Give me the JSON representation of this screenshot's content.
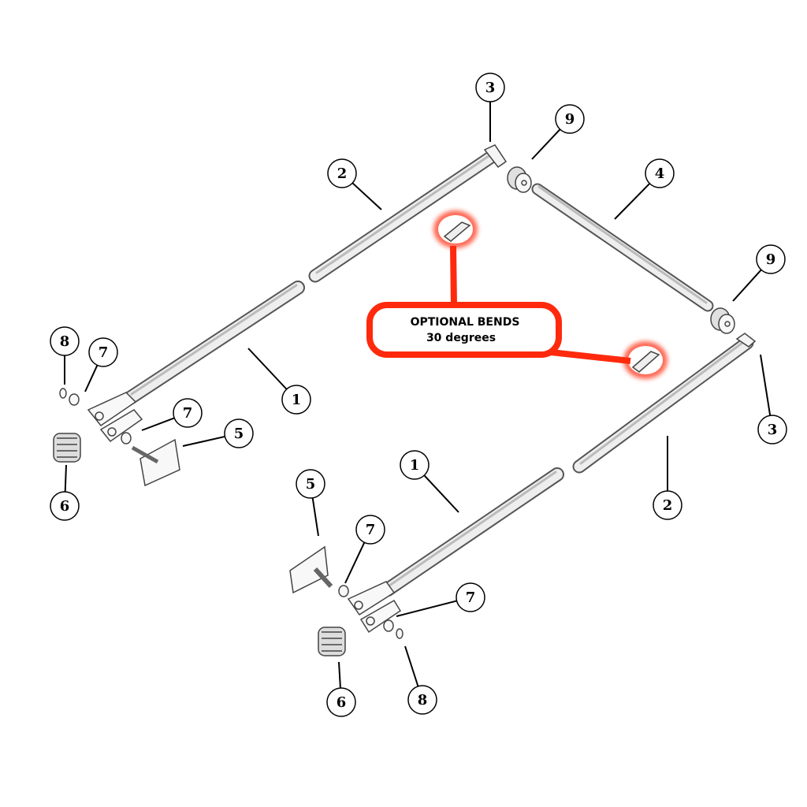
{
  "callout": {
    "line1": "OPTIONAL BENDS",
    "line2": "30 degrees",
    "color": "#ff2a0d"
  },
  "part_labels": [
    "3",
    "9",
    "2",
    "4",
    "9",
    "8",
    "7",
    "1",
    "7",
    "5",
    "3",
    "6",
    "1",
    "2",
    "5",
    "7",
    "7",
    "6",
    "8"
  ]
}
